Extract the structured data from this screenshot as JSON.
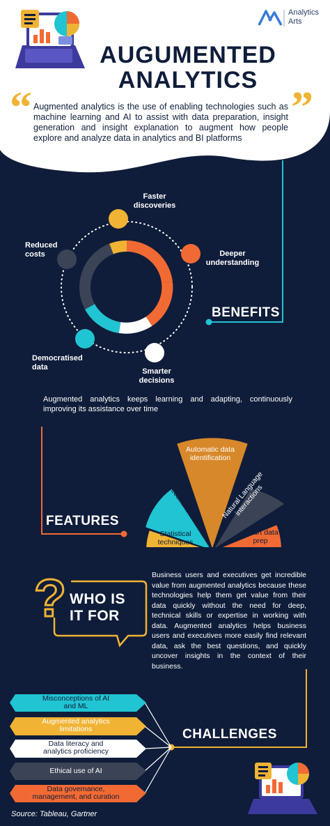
{
  "header": {
    "title_line1": "AUGUMENTED",
    "title_line2": "ANALYTICS",
    "logo_line1": "Analytics",
    "logo_line2": "Arts",
    "intro": "Augmented analytics is the use of enabling technologies such as machine learning and AI to assist with data preparation, insight generation and insight explanation to augment how people explore and analyze data in analytics and BI platforms"
  },
  "benefits": {
    "title": "BENEFITS",
    "items": [
      {
        "label": "Faster discoveries",
        "color": "#f0b334"
      },
      {
        "label": "Deeper understanding",
        "color": "#f26a33"
      },
      {
        "label": "Smarter decisions",
        "color": "#ffffff"
      },
      {
        "label": "Democratised data",
        "color": "#21c4d2"
      },
      {
        "label": "Reduced costs",
        "color": "#3b4457"
      }
    ],
    "note": "Augmented analytics keeps learning and adapting, continuously improving its assistance over time"
  },
  "features": {
    "title": "FEATURES",
    "items": [
      {
        "label": "Statistical techniques",
        "color": "#f0b334"
      },
      {
        "label": "Recommendations",
        "color": "#21c4d2"
      },
      {
        "label": "Automatic data identification",
        "color": "#d7882a"
      },
      {
        "label": "Natural Language interactions",
        "color": "#3b4457"
      },
      {
        "label": "Smart data prep",
        "color": "#f26a33"
      }
    ]
  },
  "who": {
    "title_line1": "WHO IS",
    "title_line2": "IT FOR",
    "text": "Business users and executives get incredible value from augmented analytics because these technologies help them get value from their data quickly without the need for deep, technical skills or expertise in working with data. Augmented analytics helps business users and executives more easily find relevant data, ask the best questions, and quickly uncover insights in the context of their business."
  },
  "challenges": {
    "title": "CHALLENGES",
    "items": [
      {
        "line1": "Misconceptions of AI",
        "line2": "and ML",
        "color": "#21c4d2",
        "text_color": "#0f1d3a"
      },
      {
        "line1": "Augmented analytics",
        "line2": "limitations",
        "color": "#f0b334",
        "text_color": "#ffffff"
      },
      {
        "line1": "Data literacy and",
        "line2": "analytics proficiency",
        "color": "#ffffff",
        "text_color": "#0f1d3a"
      },
      {
        "line1": "Ethical use of AI",
        "line2": "",
        "color": "#3b4457",
        "text_color": "#ffffff"
      },
      {
        "line1": "Data governance,",
        "line2": "management, and curation",
        "color": "#f26a33",
        "text_color": "#0f1d3a"
      }
    ]
  },
  "source": "Source: Tableau, Gartner"
}
